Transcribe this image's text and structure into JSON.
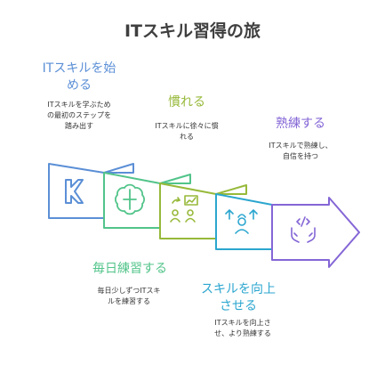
{
  "title": "ITスキル習得の旅",
  "colors": {
    "stage1": "#5b8fd6",
    "stage2": "#52c48a",
    "stage3": "#97b93a",
    "stage4": "#2ba6cf",
    "stage5": "#8466d6"
  },
  "stages": [
    {
      "title": "ITスキルを始める",
      "description": "ITスキルを学ぶための最初のステップを踏み出す",
      "icon": "beginner-k-icon"
    },
    {
      "title": "毎日練習する",
      "description": "毎日少しずつITスキルを練習する",
      "icon": "brain-icon"
    },
    {
      "title": "慣れる",
      "description": "ITスキルに徐々に慣れる",
      "icon": "presentation-adapt-icon"
    },
    {
      "title": "スキルを向上させる",
      "description": "ITスキルを向上させ、より熟練する",
      "icon": "skill-up-person-icon"
    },
    {
      "title": "熟練する",
      "description": "ITスキルで熟練し、自信を持つ",
      "icon": "code-hands-icon"
    }
  ]
}
